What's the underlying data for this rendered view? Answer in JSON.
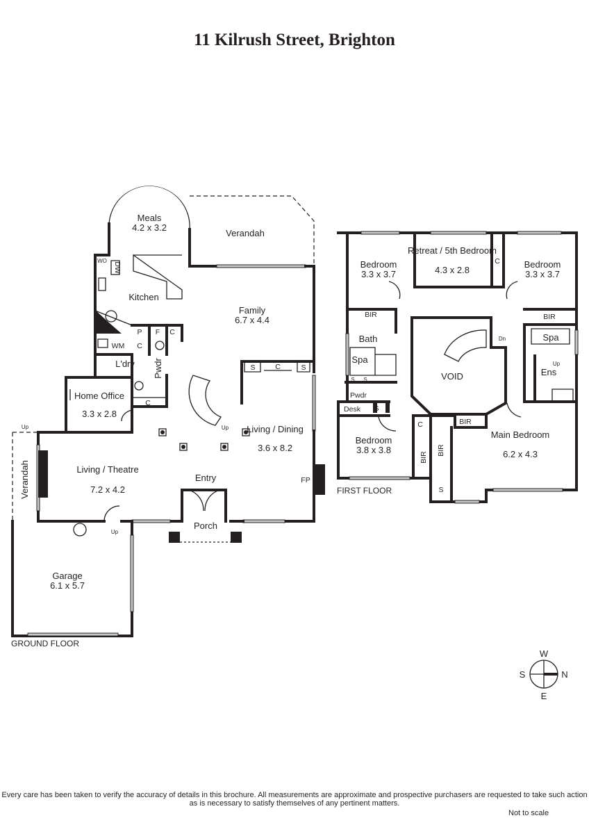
{
  "title": "11 Kilrush Street, Brighton",
  "ground_floor": {
    "label": "GROUND FLOOR",
    "rooms": [
      {
        "name": "Meals",
        "size": "4.2 x 3.2"
      },
      {
        "name": "Verandah"
      },
      {
        "name": "Kitchen"
      },
      {
        "name": "Family",
        "size": "6.7 x 4.4"
      },
      {
        "name": "Home Office",
        "size": "3.3 x 2.8"
      },
      {
        "name": "Living / Dining",
        "size": "3.6 x 8.2"
      },
      {
        "name": "Living / Theatre",
        "size": "7.2 x 4.2"
      },
      {
        "name": "Entry"
      },
      {
        "name": "Porch"
      },
      {
        "name": "Garage",
        "size": "6.1 x 5.7"
      },
      {
        "name": "Verandah"
      }
    ],
    "small_labels": {
      "wo": "WO",
      "dw": "DW",
      "p": "P",
      "f": "F",
      "c": "C",
      "wm": "WM",
      "ldry": "L'dry",
      "pwdr": "Pwdr",
      "s": "S",
      "up": "Up",
      "fp": "FP"
    }
  },
  "first_floor": {
    "label": "FIRST FLOOR",
    "rooms": [
      {
        "name": "Bedroom",
        "size": "3.3 x 3.7"
      },
      {
        "name": "Retreat / 5th Bedroom",
        "size": "4.3 x 2.8"
      },
      {
        "name": "Bedroom",
        "size": "3.3 x 3.7"
      },
      {
        "name": "Bath"
      },
      {
        "name": "VOID"
      },
      {
        "name": "Ens"
      },
      {
        "name": "Bedroom",
        "size": "3.8 x 3.8"
      },
      {
        "name": "Main Bedroom",
        "size": "6.2 x 4.3"
      }
    ],
    "small_labels": {
      "bir": "BIR",
      "c": "C",
      "spa": "Spa",
      "s": "S",
      "pwdr": "Pwdr",
      "desk": "Desk",
      "dn": "Dn",
      "up": "Up"
    }
  },
  "compass": {
    "n": "N",
    "s": "S",
    "e": "E",
    "w": "W"
  },
  "disclaimer": "Every care has been taken to verify the accuracy of details in this brochure.  All measurements are approximate and prospective purchasers are requested to take such action as is necessary to satisfy themselves of any pertinent matters.",
  "scale_note": "Not to scale"
}
